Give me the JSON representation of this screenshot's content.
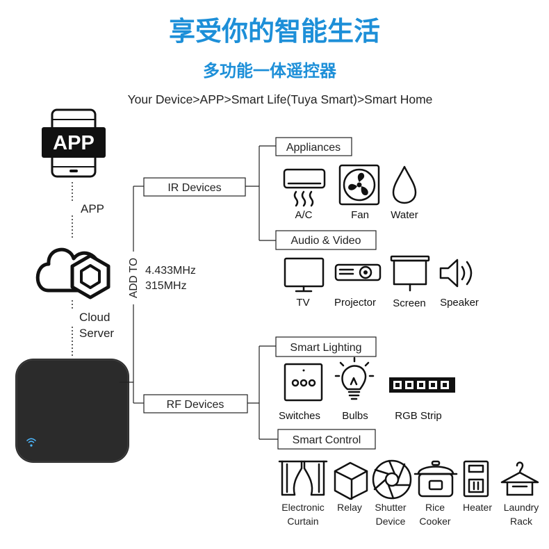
{
  "header": {
    "title": "享受你的智能生活",
    "subtitle": "多功能一体遥控器",
    "path": "Your Device>APP>Smart Life(Tuya Smart)>Smart Home"
  },
  "colors": {
    "accent": "#1d8fd8",
    "line": "#222222",
    "device": "#2b2b2b"
  },
  "left_column": {
    "app_icon_text": "APP",
    "app_label": "APP",
    "cloud_label_line1": "Cloud",
    "cloud_label_line2": "Server"
  },
  "hub": {
    "add_to_label": "ADD TO",
    "freq_1": "4.433MHz",
    "freq_2": "315MHz"
  },
  "ir": {
    "label": "IR Devices",
    "appliances": {
      "label": "Appliances",
      "items": [
        {
          "label": "A/C",
          "icon": "air-conditioner-icon"
        },
        {
          "label": "Fan",
          "icon": "fan-icon"
        },
        {
          "label": "Water",
          "icon": "water-drop-icon"
        }
      ]
    },
    "audio_video": {
      "label": "Audio & Video",
      "items": [
        {
          "label": "TV",
          "icon": "tv-icon"
        },
        {
          "label": "Projector",
          "icon": "projector-icon"
        },
        {
          "label": "Screen",
          "icon": "projection-screen-icon"
        },
        {
          "label": "Speaker",
          "icon": "speaker-icon"
        }
      ]
    }
  },
  "rf": {
    "label": "RF Devices",
    "smart_lighting": {
      "label": "Smart Lighting",
      "items": [
        {
          "label": "Switches",
          "icon": "wall-switch-icon"
        },
        {
          "label": "Bulbs",
          "icon": "light-bulb-icon"
        },
        {
          "label": "RGB Strip",
          "icon": "led-strip-icon"
        }
      ]
    },
    "smart_control": {
      "label": "Smart Control",
      "items": [
        {
          "line1": "Electronic",
          "line2": "Curtain",
          "icon": "curtain-icon"
        },
        {
          "line1": "Relay",
          "line2": "",
          "icon": "relay-cube-icon"
        },
        {
          "line1": "Shutter",
          "line2": "Device",
          "icon": "shutter-icon"
        },
        {
          "line1": "Rice",
          "line2": "Cooker",
          "icon": "rice-cooker-icon"
        },
        {
          "line1": "Heater",
          "line2": "",
          "icon": "heater-icon"
        },
        {
          "line1": "Laundry",
          "line2": "Rack",
          "icon": "laundry-rack-icon"
        }
      ]
    }
  }
}
